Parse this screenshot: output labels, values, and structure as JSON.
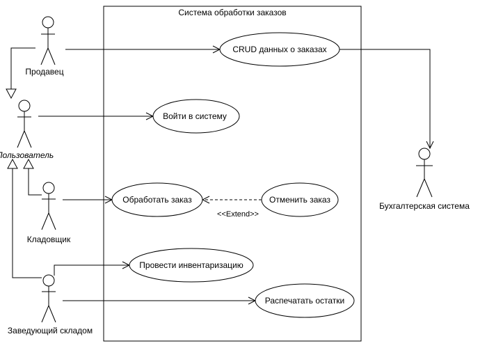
{
  "system": {
    "title": "Система обработки заказов"
  },
  "actors": {
    "seller": "Продавец",
    "user": "Пользователь",
    "storekeeper": "Кладовщик",
    "warehouse_head": "Заведующий складом",
    "accounting": "Бухгалтерская система"
  },
  "use_cases": {
    "crud": "CRUD данных о заказах",
    "login": "Войти в систему",
    "process": "Обработать заказ",
    "cancel": "Отменить заказ",
    "inventory": "Провести инвентаризацию",
    "print": "Распечатать остатки"
  },
  "relations": {
    "extend": "<<Extend>>"
  }
}
